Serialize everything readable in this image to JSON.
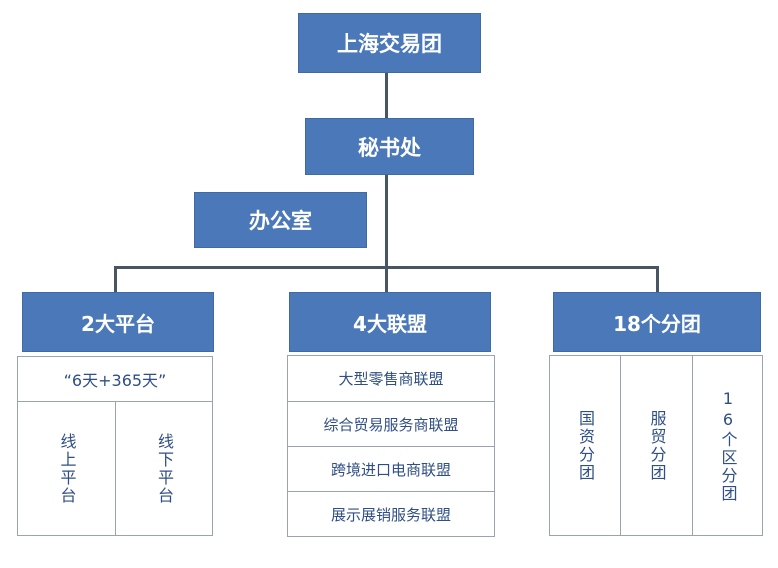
{
  "colors": {
    "box_fill": "#4a78b8",
    "line": "#4a5563",
    "text_dark": "#2f4f86"
  },
  "root": "上海交易团",
  "secretariat": "秘书处",
  "office": "办公室",
  "platforms": {
    "title": "2大平台",
    "subtitle": "“6天+365天”",
    "items": [
      "线上平台",
      "线下平台"
    ]
  },
  "alliances": {
    "title": "4大联盟",
    "items": [
      "大型零售商联盟",
      "综合贸易服务商联盟",
      "跨境进口电商联盟",
      "展示展销服务联盟"
    ]
  },
  "groups": {
    "title": "18个分团",
    "items": [
      "国资分团",
      "服贸分团",
      "16个区分团"
    ]
  }
}
